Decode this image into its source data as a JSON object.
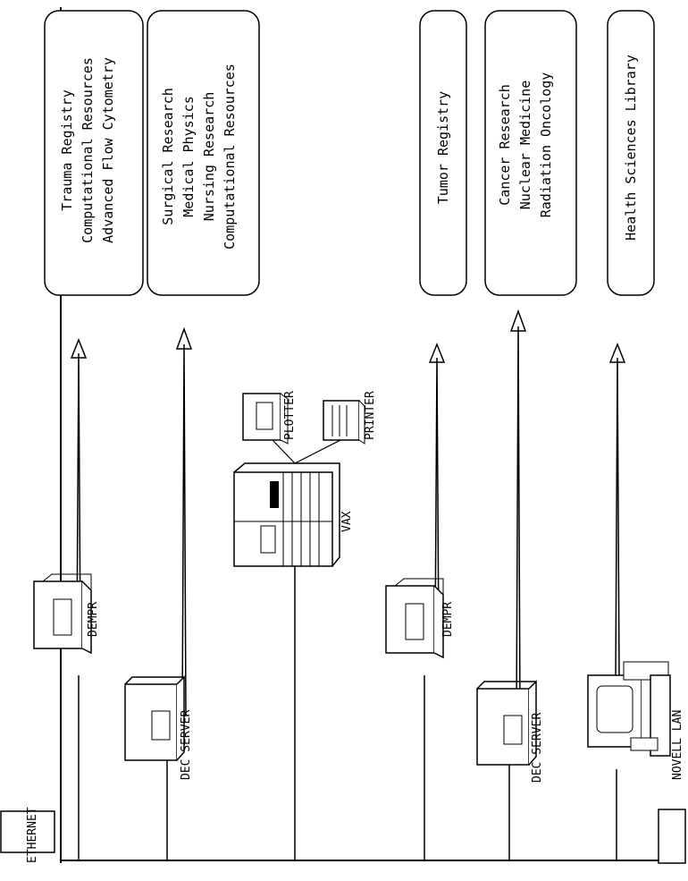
{
  "ethernet": {
    "label": "ETHERNET"
  },
  "devices": {
    "dempr_top": {
      "label": "DEMPR"
    },
    "dec_server_top": {
      "label": "DEC SERVER"
    },
    "vax": {
      "label": "VAX"
    },
    "plotter": {
      "label": "PLOTTER"
    },
    "printer": {
      "label": "PRINTER"
    },
    "dempr_bottom": {
      "label": "DEMPR"
    },
    "dec_server_bottom": {
      "label": "DEC SERVER"
    },
    "novell_lan": {
      "label": "NOVELL LAN"
    }
  },
  "departments": [
    {
      "lines": [
        "Trauma Registry",
        "Computational Resources",
        "Advanced Flow Cytometry"
      ]
    },
    {
      "lines": [
        "Surgical Research",
        "Medical Physics",
        "Nursing Research",
        "Computational Resources"
      ]
    },
    {
      "lines": [
        "Tumor Registry"
      ]
    },
    {
      "lines": [
        "Cancer Research",
        "Nuclear Medicine",
        "Radiation Oncology"
      ]
    },
    {
      "lines": [
        "Health Sciences Library"
      ]
    }
  ]
}
